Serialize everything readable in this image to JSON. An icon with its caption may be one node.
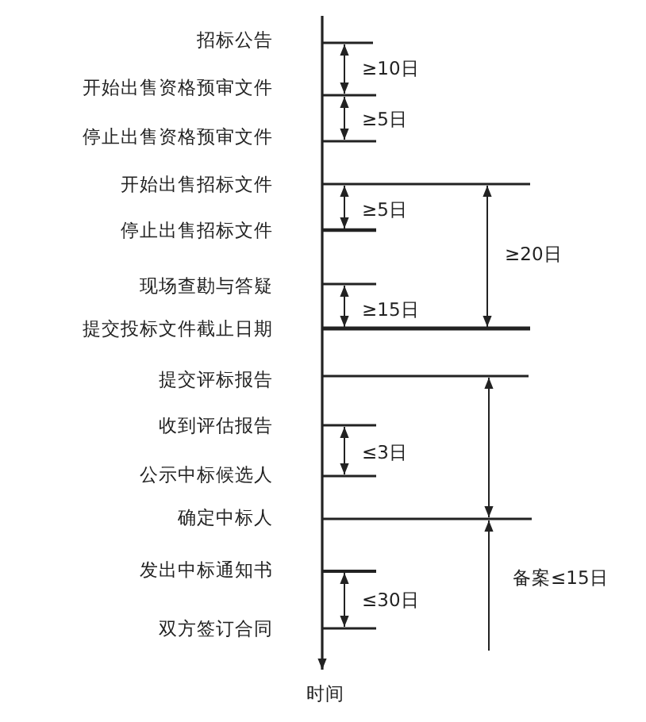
{
  "diagram": {
    "labels": [
      "招标公告",
      "≥10日",
      "开始出售资格预审文件",
      "≥5日",
      "停止出售资格预审文件",
      "开始出售招标文件",
      "≥5日",
      "≥20日",
      "停止出售招标文件",
      "现场查勘与答疑",
      "≥15日",
      "提交投标文件截止日期",
      "提交评标报告",
      "收到评估报告",
      "≤3日",
      "公示中标候选人",
      "确定中标人",
      "发出中标通知书",
      "备案≤15日",
      "≤30日",
      "双方签订合同",
      "时间"
    ]
  }
}
